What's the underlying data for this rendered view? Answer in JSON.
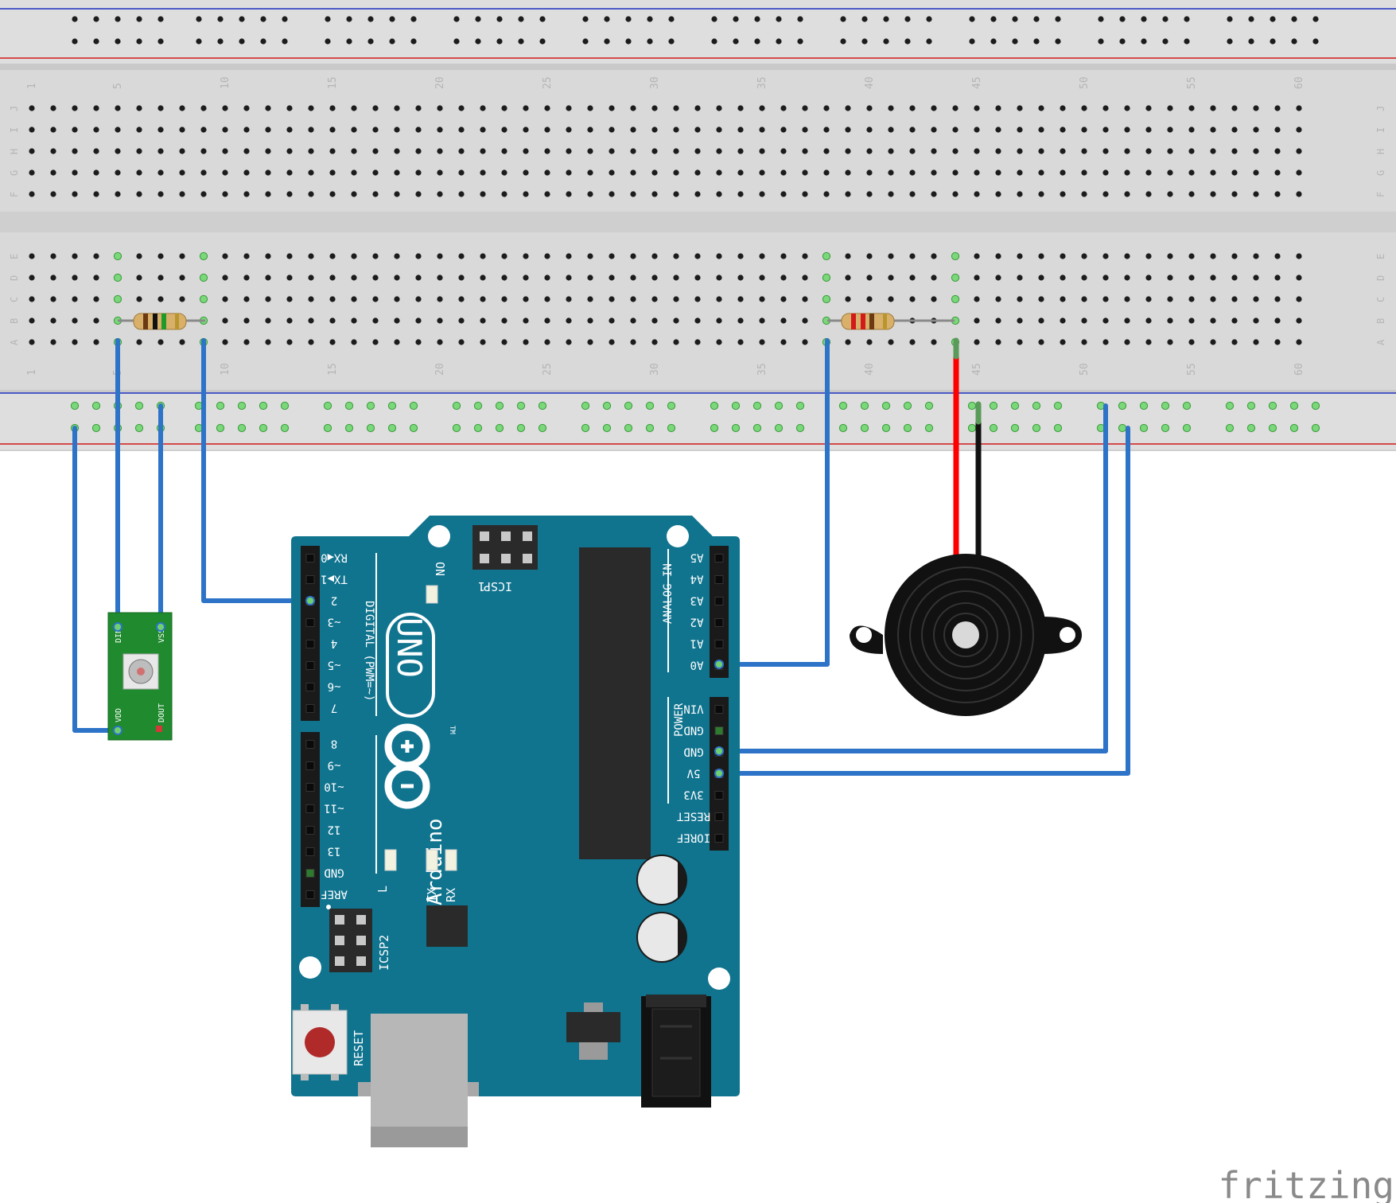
{
  "breadboard": {
    "column_numbers": [
      "1",
      "5",
      "10",
      "15",
      "20",
      "25",
      "30",
      "35",
      "40",
      "45",
      "50",
      "55",
      "60"
    ],
    "rows_top": [
      "J",
      "I",
      "H",
      "G",
      "F"
    ],
    "rows_bottom": [
      "E",
      "D",
      "C",
      "B",
      "A"
    ]
  },
  "arduino": {
    "logo_uno": "UNO",
    "logo_brand": "Arduino",
    "logo_tm": "TM",
    "on_label": "ON",
    "icsp_label": "ICSP",
    "icsp_pin1": "1",
    "icsp2_label": "ICSP2",
    "digital_title": "DIGITAL (PWM=~)",
    "analog_title": "ANALOG IN",
    "power_title": "POWER",
    "reset_label": "RESET",
    "led_labels": [
      "L",
      "TX",
      "RX"
    ],
    "digital_pins_upper": [
      "RX◀0",
      "TX▶1",
      "2",
      "~3",
      "4",
      "~5",
      "~6",
      "7"
    ],
    "digital_pins_lower": [
      "8",
      "~9",
      "~10",
      "~11",
      "12",
      "13",
      "GND",
      "AREF"
    ],
    "analog_pins": [
      "A5",
      "A4",
      "A3",
      "A2",
      "A1",
      "A0"
    ],
    "power_pins": [
      "VIN",
      "GND",
      "GND",
      "5V",
      "3V3",
      "RESET",
      "IOREF"
    ]
  },
  "led_module": {
    "pins": [
      "DIN",
      "VSS",
      "VDD",
      "DOUT"
    ]
  },
  "watermark": "fritzing",
  "colors": {
    "breadboard": "#d9d9d9",
    "arduino_board": "#10748f",
    "wire_blue": "#2d73c8",
    "wire_red": "#ff0000",
    "wire_black": "#111111",
    "led_pcb": "#1f8a2e",
    "rail_blue_line": "#1c2fbe",
    "rail_red_line": "#d01818"
  }
}
